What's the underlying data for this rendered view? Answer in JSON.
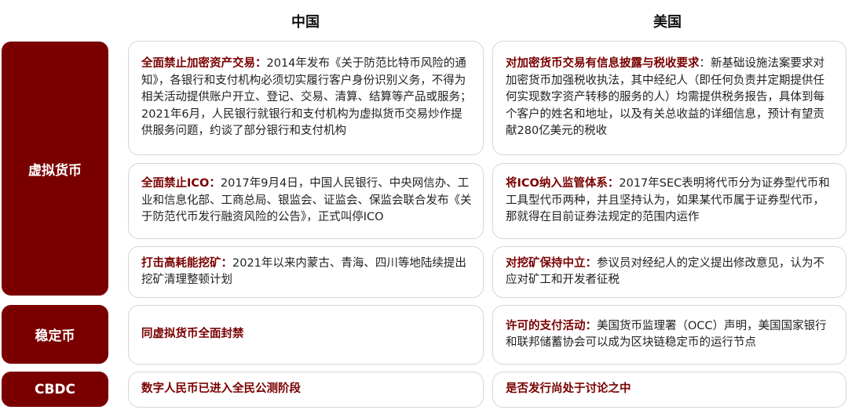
{
  "headers": {
    "china": "中国",
    "us": "美国"
  },
  "categories": [
    "虚拟货币",
    "稳定币",
    "CBDC"
  ],
  "china": [
    {
      "title": "全面禁止加密资产交易：",
      "text": "2014年发布《关于防范比特币风险的通知》，各银行和支付机构必须切实履行客户身份识别义务，不得为相关活动提供账户开立、登记、交易、清算、结算等产品或服务；2021年6月，人民银行就银行和支付机构为虚拟货币交易炒作提供服务问题，约谈了部分银行和支付机构"
    },
    {
      "title": "全面禁止ICO：",
      "text": "2017年9月4日，中国人民银行、中央网信办、工业和信息化部、工商总局、银监会、证监会、保监会联合发布《关于防范代币发行融资风险的公告》，正式叫停ICO"
    },
    {
      "title": "打击高耗能挖矿：",
      "text": "2021年以来内蒙古、青海、四川等地陆续提出挖矿清理整顿计划"
    },
    {
      "title": "同虚拟货币全面封禁",
      "text": ""
    },
    {
      "title": "数字人民币已进入全民公测阶段",
      "text": ""
    }
  ],
  "us": [
    {
      "title": "对加密货币交易有信息披露与税收要求",
      "text": "：新基础设施法案要求对加密货币加强税收执法，其中经纪人（即任何负责并定期提供任何实现数字资产转移的服务的人）均需提供税务报告，具体到每个客户的姓名和地址，以及有关总收益的详细信息，预计有望贡献280亿美元的税收"
    },
    {
      "title": "将ICO纳入监管体系：",
      "text": "2017年SEC表明将代币分为证券型代币和工具型代币两种，并且坚持认为，如果某代币属于证券型代币，那就得在目前证券法规定的范围内运作"
    },
    {
      "title": "对挖矿保持中立：",
      "text": "参议员对经纪人的定义提出修改意见，认为不应对矿工和开发者征税"
    },
    {
      "title": "许可的支付活动：",
      "text": "美国货币监理署（OCC）声明，美国国家银行和联邦储蓄协会可以成为区块链稳定币的运行节点"
    },
    {
      "title": "是否发行尚处于讨论之中",
      "text": ""
    }
  ]
}
